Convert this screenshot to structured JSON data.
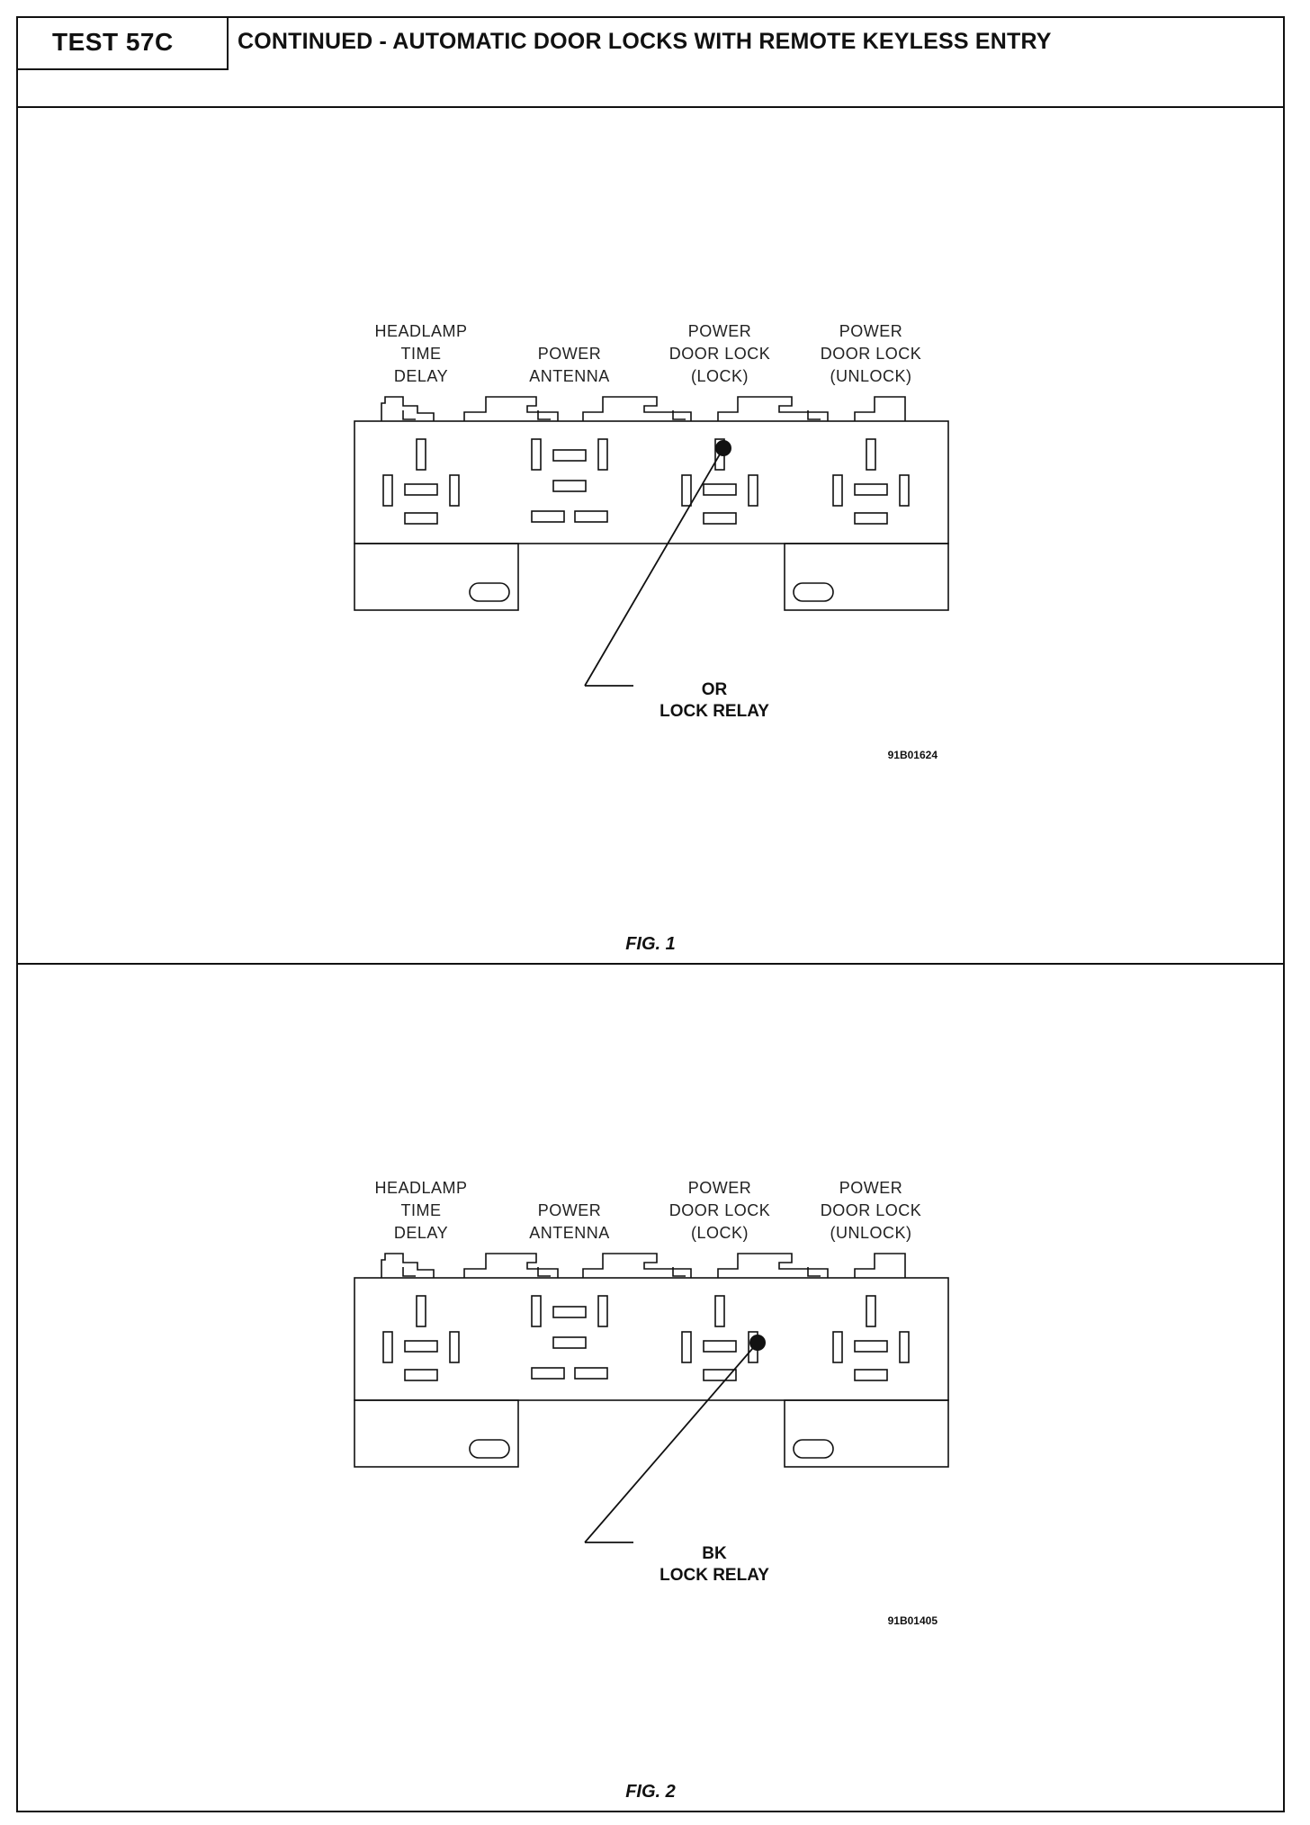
{
  "header": {
    "test_id": "TEST 57C",
    "title": "CONTINUED - AUTOMATIC DOOR LOCKS WITH REMOTE KEYLESS ENTRY"
  },
  "relay_labels": {
    "headlamp": [
      "HEADLAMP",
      "TIME",
      "DELAY"
    ],
    "antenna": [
      "POWER",
      "ANTENNA"
    ],
    "lock": [
      "POWER",
      "DOOR LOCK",
      "(LOCK)"
    ],
    "unlock": [
      "POWER",
      "DOOR LOCK",
      "(UNLOCK)"
    ]
  },
  "figures": [
    {
      "caption": "FIG. 1",
      "wire_color": "OR",
      "relay_name": "LOCK RELAY",
      "figure_id": "91B01624",
      "probe_terminal": "top"
    },
    {
      "caption": "FIG. 2",
      "wire_color": "BK",
      "relay_name": "LOCK RELAY",
      "figure_id": "91B01405",
      "probe_terminal": "right"
    }
  ]
}
